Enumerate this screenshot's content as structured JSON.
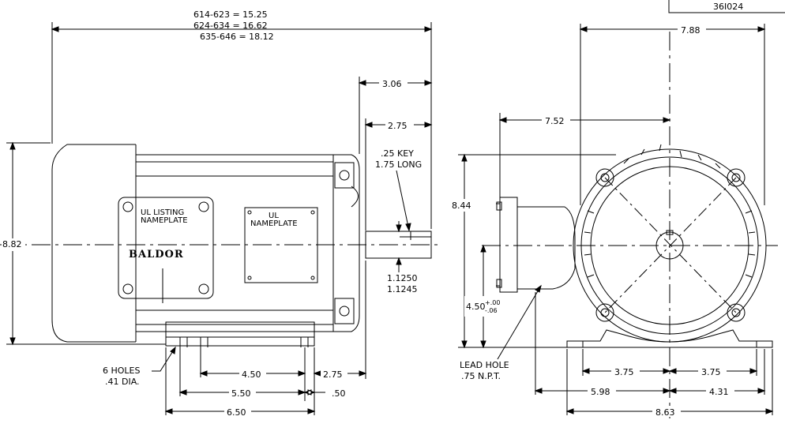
{
  "drawing_number": "36I024",
  "front_view": {
    "overall_lengths": [
      "614-623 = 15.25",
      "624-634 = 16.62",
      "635-646 = 18.12"
    ],
    "shaft_extension": "3.06",
    "key_length_dim": "2.75",
    "key_note": [
      ".25 KEY",
      "1.75 LONG"
    ],
    "height": "8.82",
    "ul_listing_label": [
      "UL LISTING",
      "NAMEPLATE"
    ],
    "brand": "BALDOR",
    "ul_label": [
      "UL",
      "NAMEPLATE"
    ],
    "shaft_dia": [
      "1.1250",
      "1.1245"
    ],
    "holes_note": [
      "6 HOLES",
      ".41 DIA."
    ],
    "foot_4_50": "4.50",
    "foot_5_50": "5.50",
    "foot_6_50": "6.50",
    "foot_2_75": "2.75",
    "foot_0_50": ".50"
  },
  "end_view": {
    "width_top": "7.88",
    "box_offset": "7.52",
    "height_8_44": "8.44",
    "center_height": "4.50",
    "center_tol_plus": "+.00",
    "center_tol_minus": "-.06",
    "lead_hole": [
      "LEAD HOLE",
      ".75 N.P.T."
    ],
    "foot_left": "3.75",
    "foot_right": "3.75",
    "box_to_center": "5.98",
    "center_to_edge": "4.31",
    "base_width": "8.63"
  }
}
